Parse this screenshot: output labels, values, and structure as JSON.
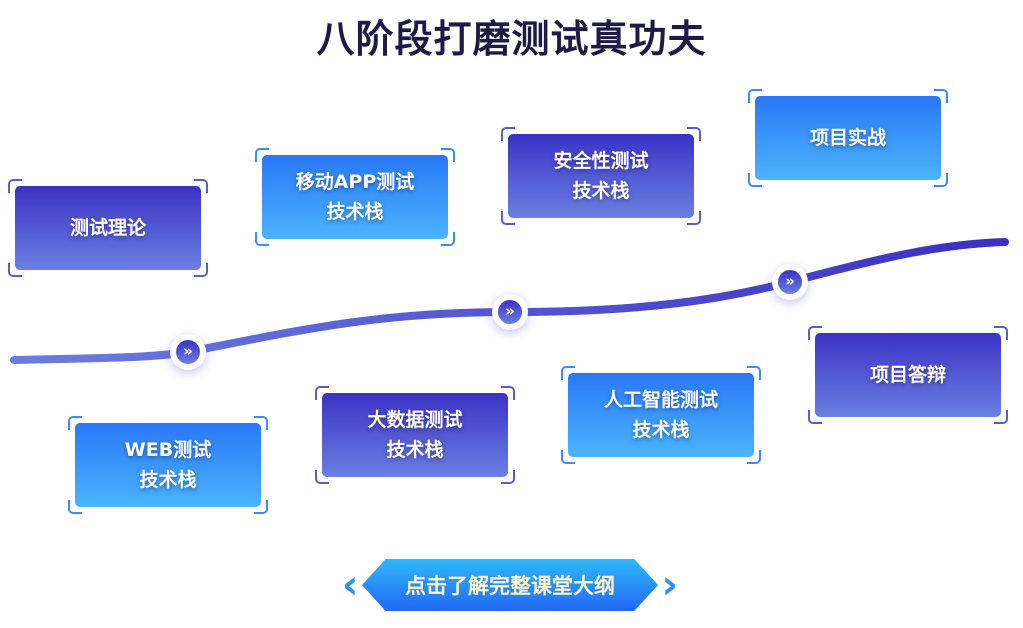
{
  "title": "八阶段打磨测试真功夫",
  "stages": [
    {
      "lines": [
        "测试理论",
        ""
      ],
      "style": "purple"
    },
    {
      "lines": [
        "移动APP测试",
        "技术栈"
      ],
      "style": "blue"
    },
    {
      "lines": [
        "安全性测试",
        "技术栈"
      ],
      "style": "purple"
    },
    {
      "lines": [
        "项目实战",
        ""
      ],
      "style": "blue"
    },
    {
      "lines": [
        "WEB测试",
        "技术栈"
      ],
      "style": "blue"
    },
    {
      "lines": [
        "大数据测试",
        "技术栈"
      ],
      "style": "purple"
    },
    {
      "lines": [
        "人工智能测试",
        "技术栈"
      ],
      "style": "blue"
    },
    {
      "lines": [
        "项目答辩",
        ""
      ],
      "style": "purple"
    }
  ],
  "node_glyph": "»",
  "cta": {
    "label": "点击了解完整课堂大纲"
  },
  "colors": {
    "purple": "#3b32c4",
    "blue": "#2a78f6",
    "title": "#1e1a45"
  }
}
